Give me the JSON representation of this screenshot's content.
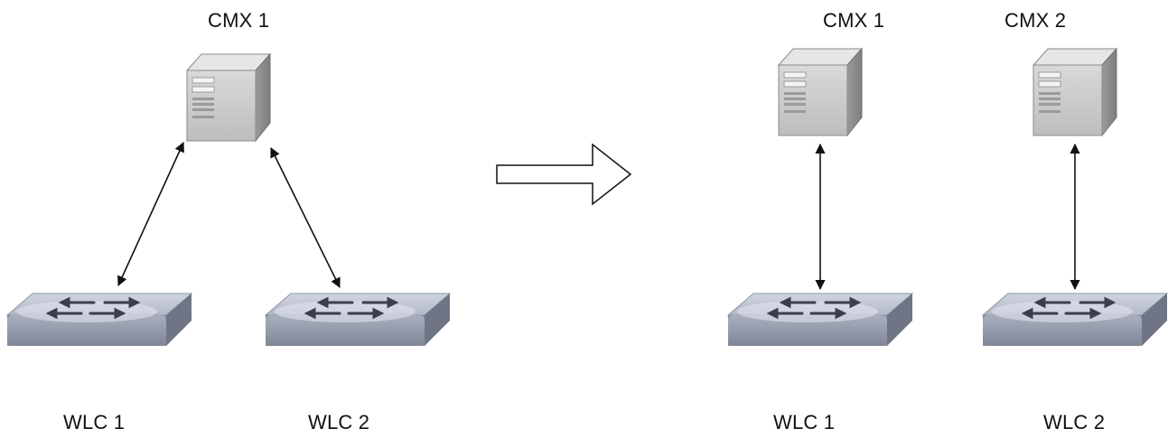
{
  "left": {
    "server_label": "CMX 1",
    "switch_labels": [
      "WLC 1",
      "WLC 2"
    ]
  },
  "right": {
    "server_labels": [
      "CMX 1",
      "CMX 2"
    ],
    "switch_labels": [
      "WLC 1",
      "WLC 2"
    ]
  },
  "icons": {
    "server": "server-icon",
    "switch": "network-switch-icon",
    "transition": "block-arrow-right-icon"
  }
}
